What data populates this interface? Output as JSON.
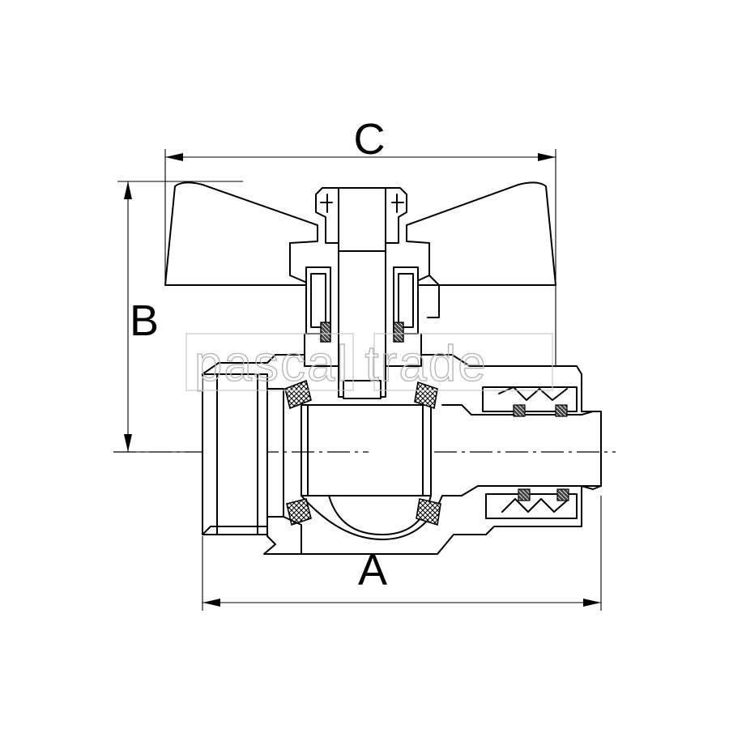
{
  "dimensions": {
    "width_label": "C",
    "height_label": "B",
    "length_label": "A"
  },
  "watermark": {
    "text": "pascal trade",
    "color": "#b8b8b8"
  },
  "colors": {
    "line": "#000000",
    "background": "#ffffff"
  }
}
